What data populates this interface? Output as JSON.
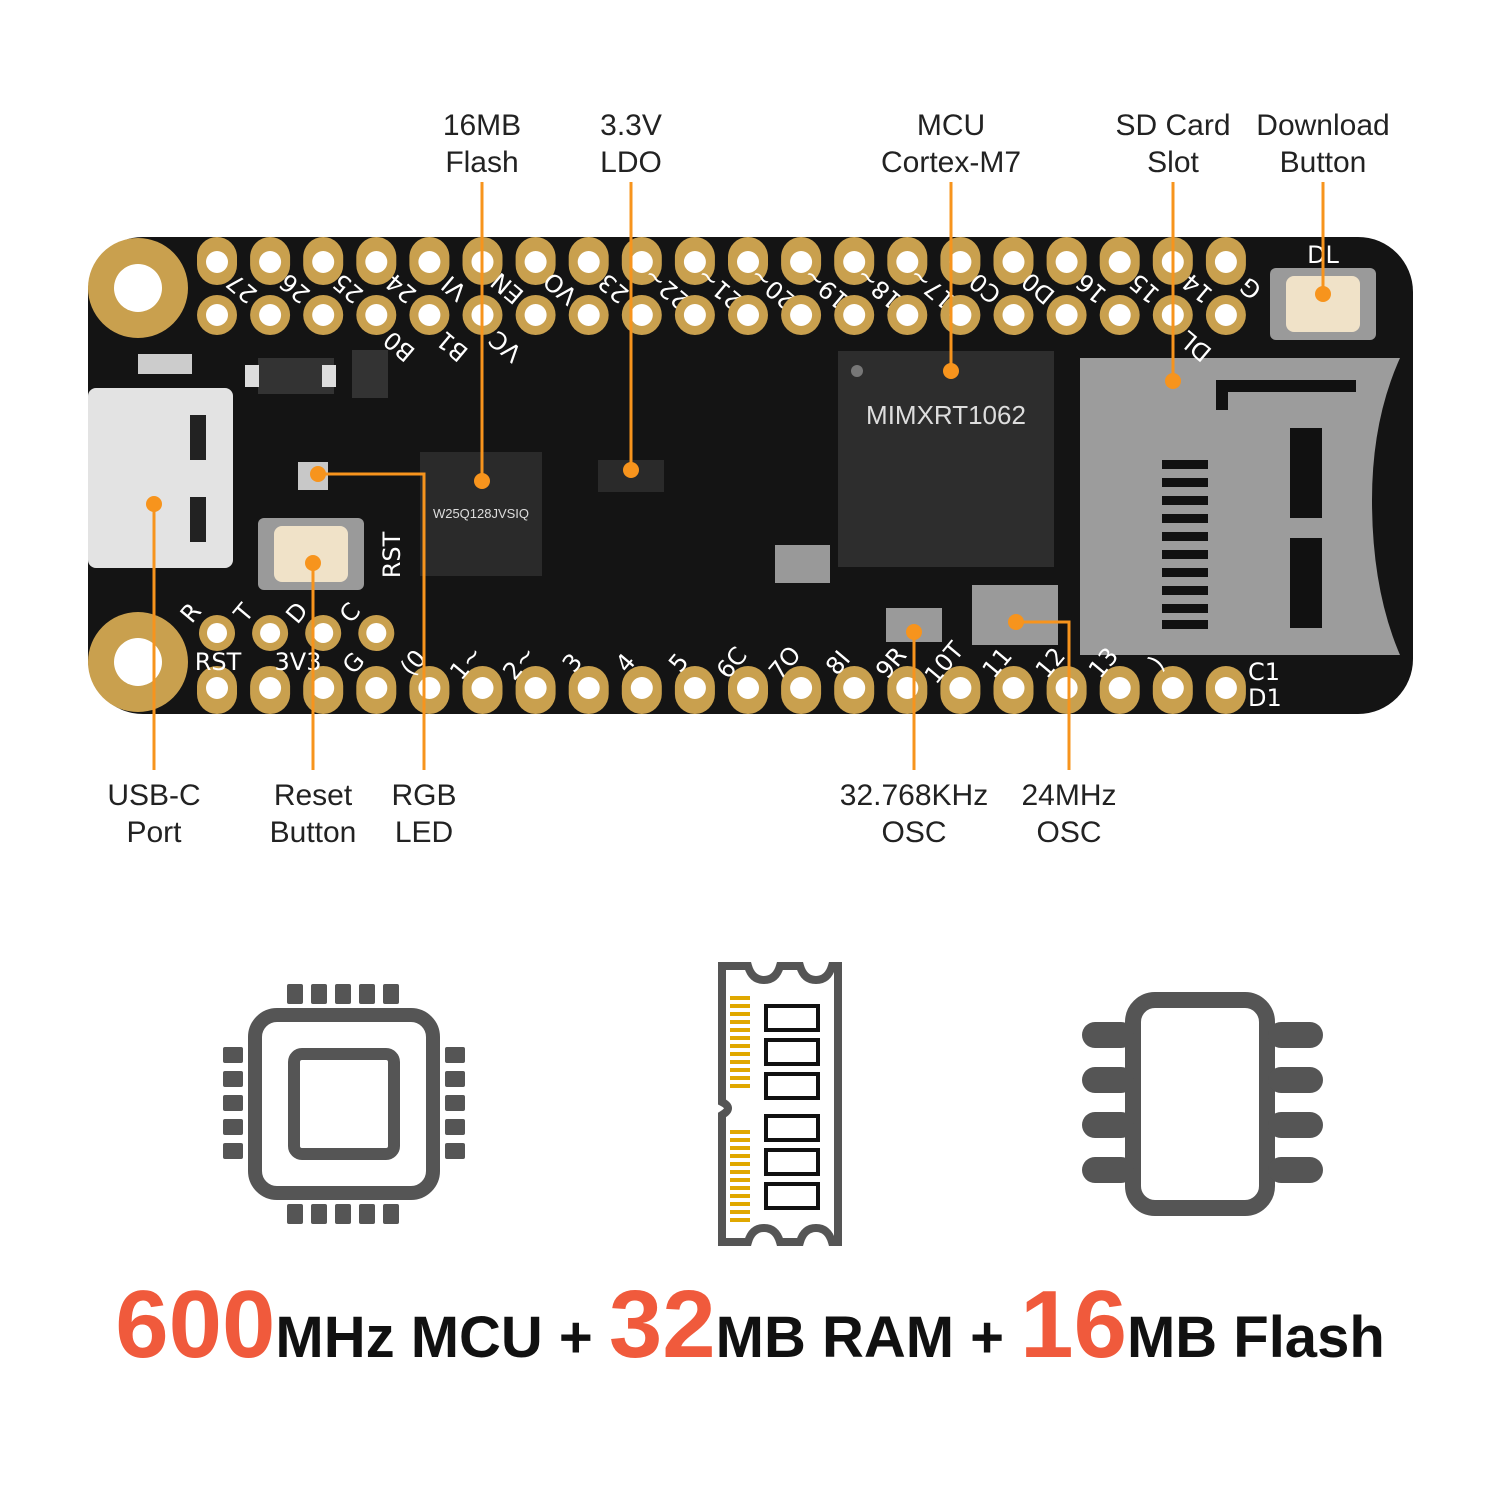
{
  "callouts_top": [
    {
      "l1": "16MB",
      "l2": "Flash"
    },
    {
      "l1": "3.3V",
      "l2": "LDO"
    },
    {
      "l1": "MCU",
      "l2": "Cortex-M7"
    },
    {
      "l1": "SD Card",
      "l2": "Slot"
    },
    {
      "l1": "Download",
      "l2": "Button"
    }
  ],
  "callouts_bottom": [
    {
      "l1": "USB-C",
      "l2": "Port"
    },
    {
      "l1": "Reset",
      "l2": "Button"
    },
    {
      "l1": "RGB",
      "l2": "LED"
    },
    {
      "l1": "32.768KHz",
      "l2": "OSC"
    },
    {
      "l1": "24MHz",
      "l2": "OSC"
    }
  ],
  "board": {
    "mcu_marking": "MIMXRT1062",
    "flash_marking": "W25Q128JVSIQ",
    "rst_label": "RST",
    "dl_label": "DL",
    "top_pins": [
      "27",
      "26",
      "25",
      "24",
      "VI",
      "EN",
      "VO",
      "23",
      "22~",
      "21~",
      "20~",
      "19~",
      "18~",
      "17~",
      "C0",
      "D0",
      "16",
      "15",
      "14",
      "G"
    ],
    "top_inner_labels": [
      "B0",
      "B1",
      "VC",
      "DL"
    ],
    "bottom_pins": [
      "(0",
      "1~",
      "2~",
      "3",
      "4",
      "5",
      "6C",
      "7O",
      "8I",
      "9R",
      "10T",
      "11",
      "12",
      "13",
      ")"
    ],
    "bottom_right_labels": [
      "C1",
      "D1"
    ],
    "small_row_labels": [
      "R",
      "T",
      "D",
      "C"
    ],
    "bottom_left_labels": [
      "RST",
      "3V3",
      "G"
    ]
  },
  "headline": {
    "n1": "600",
    "t1": "MHz MCU + ",
    "n2": "32",
    "t2": "MB RAM + ",
    "n3": "16",
    "t3": "MB Flash"
  },
  "colors": {
    "accent": "#f7941d",
    "pad": "#c9a04e",
    "board": "#141414",
    "highlight": "#f05a3c",
    "icon": "#555555"
  }
}
